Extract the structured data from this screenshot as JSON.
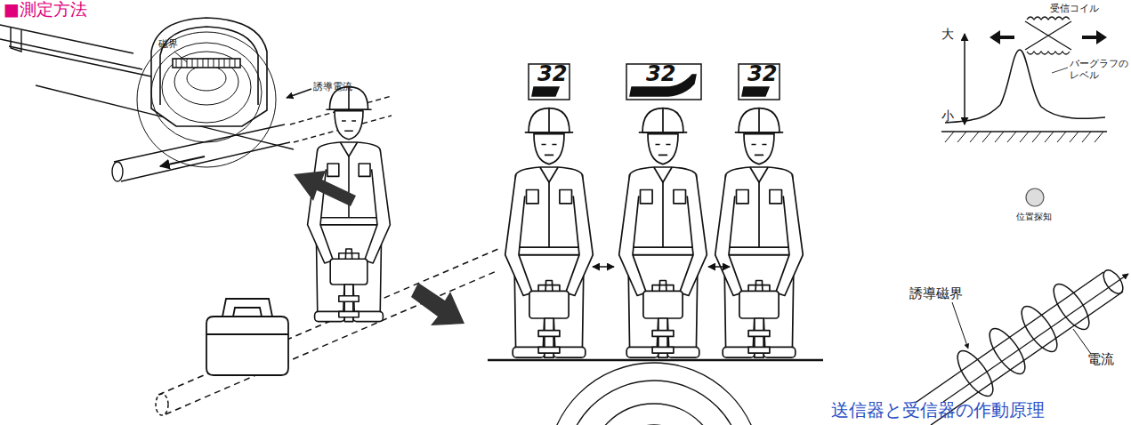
{
  "diagram": {
    "title": "■測定方法",
    "caption": "送信器と受信器の作動原理",
    "labels": [
      "磁界",
      "誘導電流",
      "32",
      "32",
      "32",
      "受信コイル",
      "大",
      "バーグラフの レベル",
      "小",
      "位置探知",
      "誘導磁界",
      "電流"
    ]
  }
}
